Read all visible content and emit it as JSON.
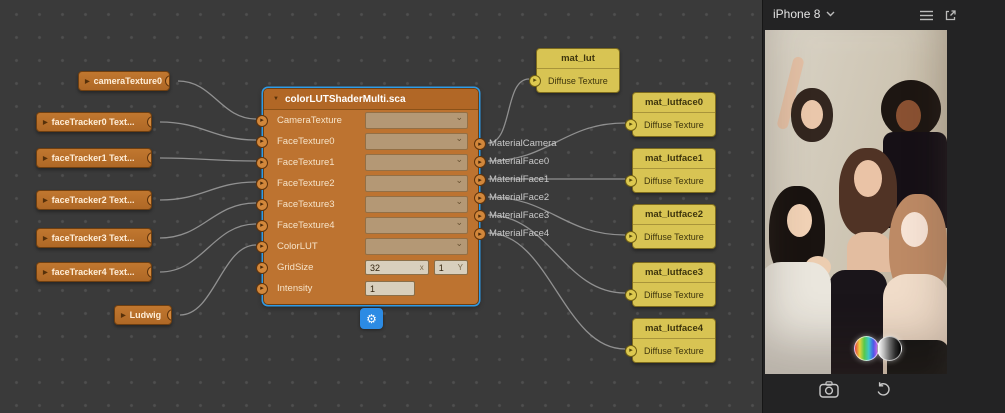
{
  "patch_editor": {
    "left_nodes": [
      {
        "label": "cameraTexture0"
      },
      {
        "label": "faceTracker0 Text..."
      },
      {
        "label": "faceTracker1 Text..."
      },
      {
        "label": "faceTracker2 Text..."
      },
      {
        "label": "faceTracker3 Text..."
      },
      {
        "label": "faceTracker4 Text..."
      },
      {
        "label": "Ludwig"
      }
    ],
    "shader_node": {
      "title": "colorLUTShaderMulti.sca",
      "texture_inputs": [
        "CameraTexture",
        "FaceTexture0",
        "FaceTexture1",
        "FaceTexture2",
        "FaceTexture3",
        "FaceTexture4",
        "ColorLUT"
      ],
      "gridsize": {
        "label": "GridSize",
        "x_value": "32",
        "x_axis": "x",
        "y_value": "1",
        "y_axis": "Y"
      },
      "intensity": {
        "label": "Intensity",
        "value": "1"
      },
      "outputs": [
        "MaterialCamera",
        "MaterialFace0",
        "MaterialFace1",
        "MaterialFace2",
        "MaterialFace3",
        "MaterialFace4"
      ]
    },
    "material_nodes": [
      {
        "title": "mat_lut",
        "input_label": "Diffuse Texture"
      },
      {
        "title": "mat_lutface0",
        "input_label": "Diffuse Texture"
      },
      {
        "title": "mat_lutface1",
        "input_label": "Diffuse Texture"
      },
      {
        "title": "mat_lutface2",
        "input_label": "Diffuse Texture"
      },
      {
        "title": "mat_lutface3",
        "input_label": "Diffuse Texture"
      },
      {
        "title": "mat_lutface4",
        "input_label": "Diffuse Texture"
      }
    ],
    "connections": [
      {
        "from": "cameraTexture0.out",
        "to": "shader.CameraTexture"
      },
      {
        "from": "faceTracker0.out",
        "to": "shader.FaceTexture0"
      },
      {
        "from": "faceTracker1.out",
        "to": "shader.FaceTexture1"
      },
      {
        "from": "faceTracker2.out",
        "to": "shader.FaceTexture2"
      },
      {
        "from": "faceTracker3.out",
        "to": "shader.FaceTexture3"
      },
      {
        "from": "faceTracker4.out",
        "to": "shader.FaceTexture4"
      },
      {
        "from": "Ludwig.out",
        "to": "shader.ColorLUT"
      },
      {
        "from": "shader.MaterialCamera.out",
        "to": "mat_lut.diffuse"
      },
      {
        "from": "shader.MaterialFace0.out",
        "to": "mat_lutface0.diffuse"
      },
      {
        "from": "shader.MaterialFace1.out",
        "to": "mat_lutface1.diffuse"
      },
      {
        "from": "shader.MaterialFace2.out",
        "to": "mat_lutface2.diffuse"
      },
      {
        "from": "shader.MaterialFace3.out",
        "to": "mat_lutface3.diffuse"
      },
      {
        "from": "shader.MaterialFace4.out",
        "to": "mat_lutface4.diffuse"
      }
    ],
    "colors": {
      "patch_orange": "#bd7330",
      "asset_yellow": "#d8c453",
      "selection_blue": "#2f9be6",
      "wire_gray": "#9a9a9a",
      "canvas_bg": "#3a3a3a"
    }
  },
  "icons": {
    "node_collapsed": "▶",
    "node_expanded": "▼",
    "gear": "⚙",
    "dropdown_chevron": "⌄",
    "socket_arrow": "▸",
    "header_icons": [
      "chevron-down-icon",
      "menu-icon",
      "popout-icon"
    ],
    "toolbar_icons": [
      "camera-capture-icon",
      "rotate-device-icon"
    ]
  },
  "simulator": {
    "device_label": "iPhone 8",
    "lut_swatches": [
      "rainbow",
      "grayscale"
    ]
  }
}
